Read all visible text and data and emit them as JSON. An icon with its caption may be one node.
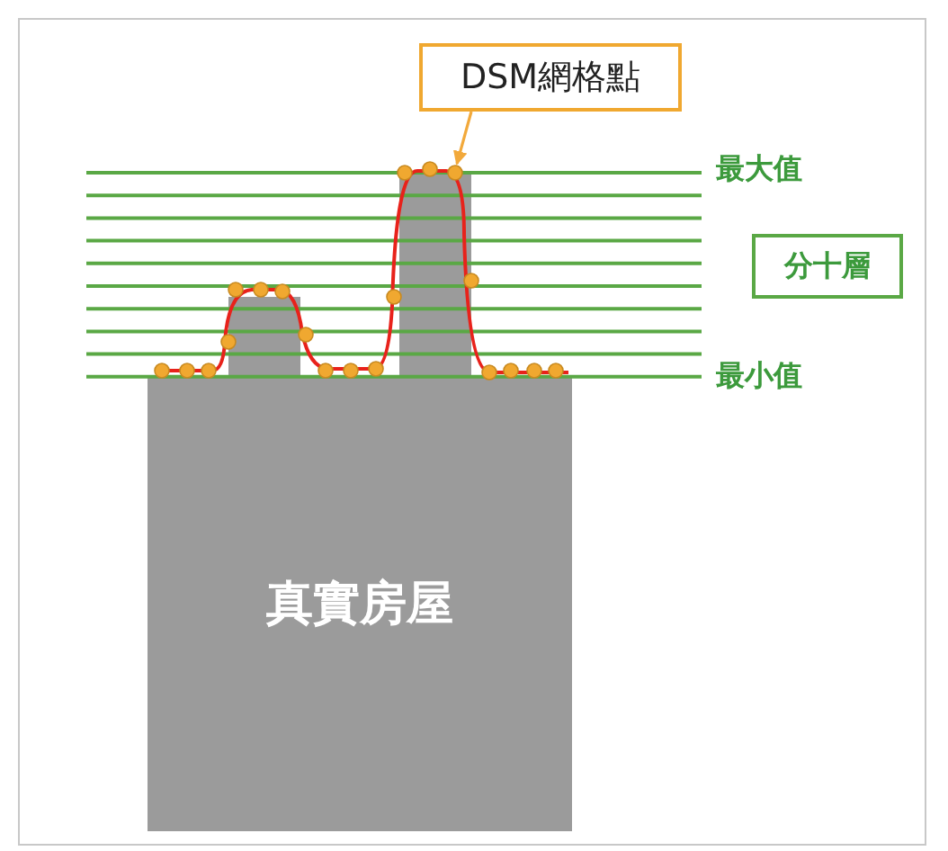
{
  "diagram": {
    "nodes": [
      {
        "text": [
          "DSM網格點"
        ]
      },
      {
        "text": [],
        "shape": "circle"
      },
      {
        "text": [
          "分十層"
        ]
      },
      {
        "text": [
          "真實房屋"
        ]
      }
    ],
    "edges": [
      {
        "from": 0,
        "to": 1,
        "arrow": "to"
      }
    ],
    "labels": [
      "最大值",
      "最小值"
    ]
  }
}
